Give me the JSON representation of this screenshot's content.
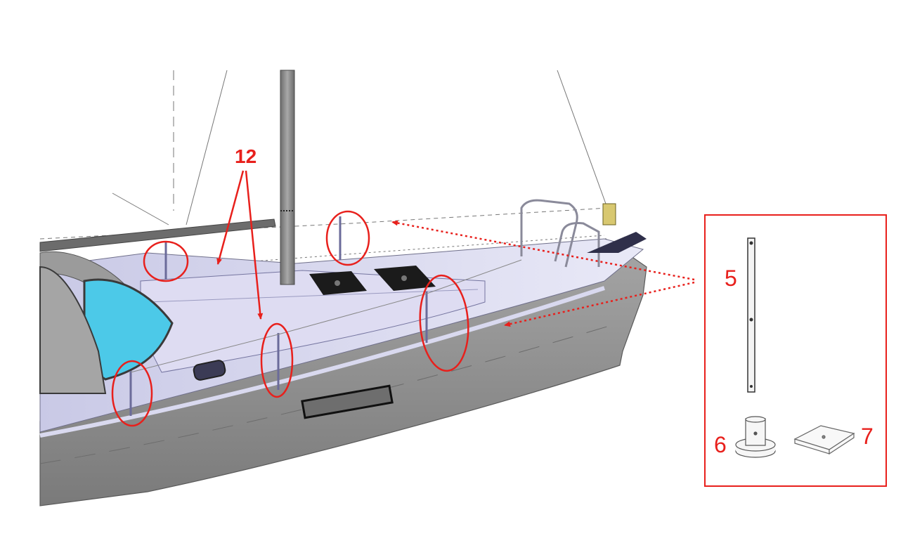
{
  "callouts": {
    "label_12": "12",
    "label_5": "5",
    "label_6": "6",
    "label_7": "7"
  },
  "colors": {
    "annotation": "#e8201c",
    "hull": "#8f8f8f",
    "deck": "#d6d6ef",
    "canvas": "#9c9c9c",
    "glass": "#4cc9e8",
    "mast": "#7e7e7e"
  },
  "icons": [
    "sailboat-hull",
    "mast",
    "stanchion",
    "stanchion-base",
    "backing-plate"
  ]
}
